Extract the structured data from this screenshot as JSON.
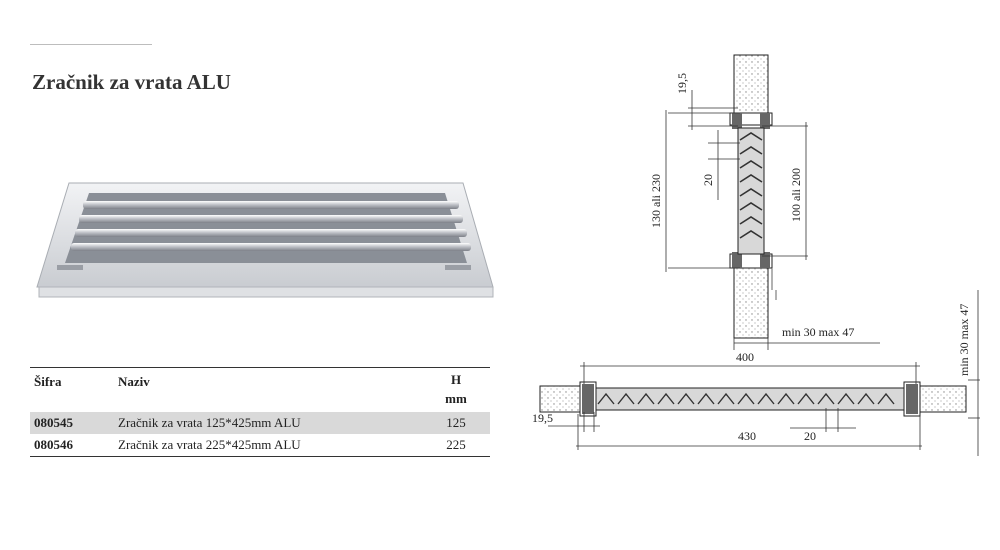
{
  "title": "Zračnik za vrata ALU",
  "table": {
    "headers": {
      "code": "Šifra",
      "name": "Naziv",
      "h": "H",
      "unit": "mm"
    },
    "rows": [
      {
        "code": "080545",
        "name": "Zračnik za vrata 125*425mm ALU",
        "h": "125"
      },
      {
        "code": "080546",
        "name": "Zračnik za vrata 225*425mm ALU",
        "h": "225"
      }
    ]
  },
  "dimensions": {
    "top_edge": "19,5",
    "total_height": "130 ali 230",
    "slat_pitch": "20",
    "inner_height": "100 ali 200",
    "wall_thickness_vertical": "min 30 max 47",
    "inner_width": "400",
    "outer_width": "430",
    "left_edge": "19,5",
    "bottom_pitch": "20",
    "wall_thickness_side": "min 30 max 47"
  }
}
